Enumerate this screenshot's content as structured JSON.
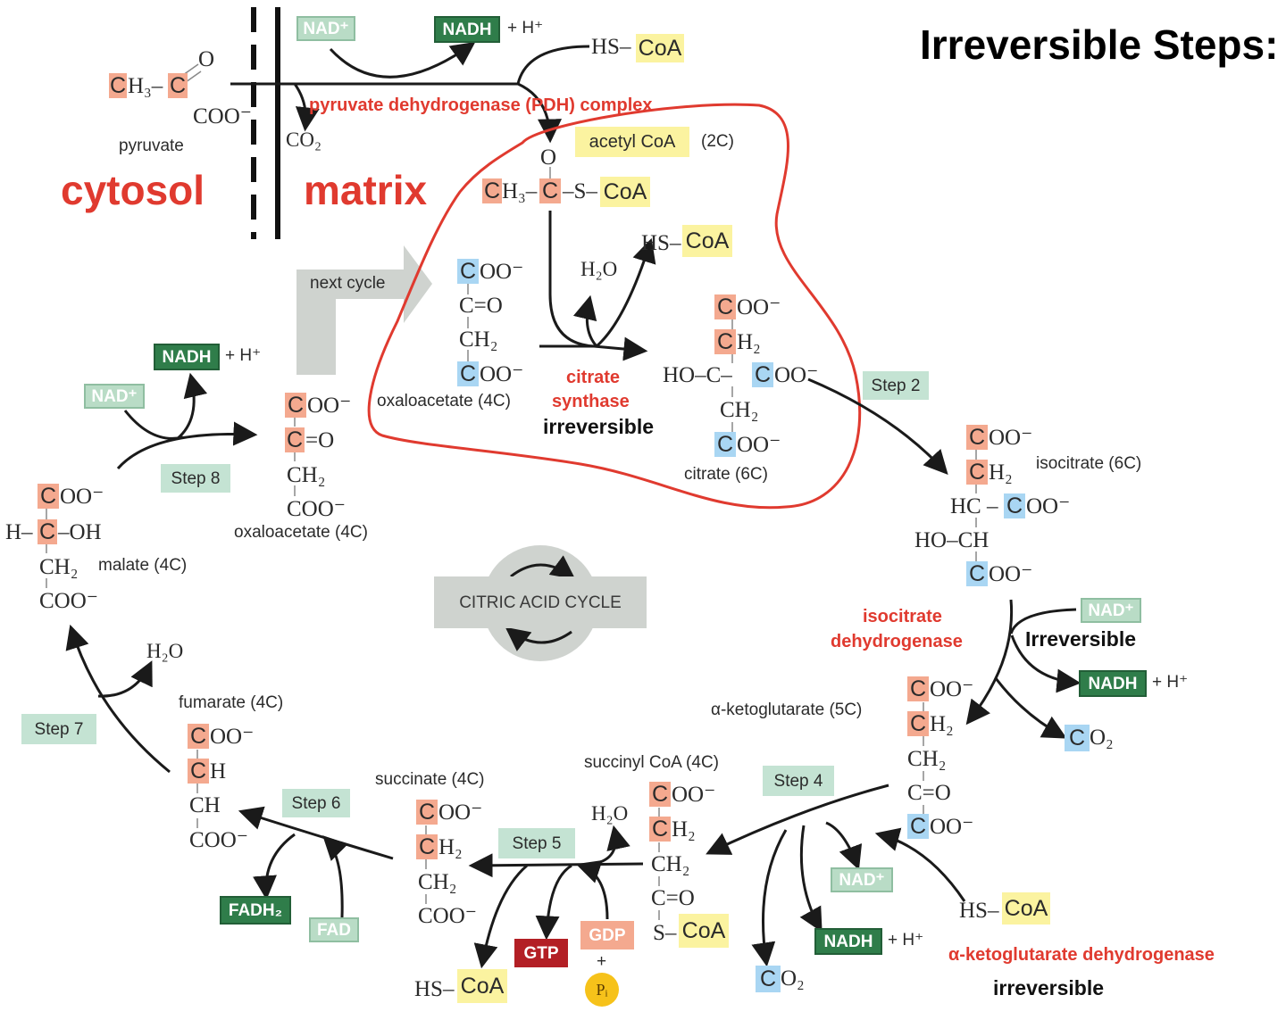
{
  "title": "Irreversible Steps:",
  "compartments": {
    "cytosol": "cytosol",
    "matrix": "matrix"
  },
  "pdh": {
    "nad": "NAD⁺",
    "nadh": "NADH",
    "h": "+ H⁺",
    "hscoa": "HS–",
    "coa": "CoA",
    "co2": "CO₂",
    "enzyme": "pyruvate dehydrogenase (PDH) complex"
  },
  "pyruvate": {
    "ch3": "CH₃–",
    "c": "C",
    "o": "O",
    "coo": "COO⁻",
    "name": "pyruvate"
  },
  "acetyl_coa": {
    "label": "acetyl CoA",
    "carbons": "(2C)",
    "o": "O",
    "ch3": "CH₃",
    "c": "C",
    "s": "–S–",
    "coa": "CoA"
  },
  "oaa_top": {
    "coo1": "COO⁻",
    "co": "C=O",
    "ch2": "CH₂",
    "coo2": "COO⁻",
    "name": "oxaloacetate (4C)"
  },
  "citrate_synthase": {
    "h2o": "H₂O",
    "hs": "HS–",
    "coa": "CoA",
    "enzyme1": "citrate",
    "enzyme2": "synthase",
    "note": "irreversible"
  },
  "citrate": {
    "coo1": "COO⁻",
    "ch2a": "CH₂",
    "ho": "HO–C–",
    "coo_side": "COO⁻",
    "ch2b": "CH₂",
    "coo2": "COO⁻",
    "name": "citrate (6C)"
  },
  "next_cycle": "next cycle",
  "steps": {
    "s2": "Step 2",
    "s4": "Step 4",
    "s5": "Step 5",
    "s6": "Step 6",
    "s7": "Step 7",
    "s8": "Step 8"
  },
  "isocitrate": {
    "coo1": "COO⁻",
    "ch2": "CH₂",
    "hc": "HC – ",
    "coo_side": "COO⁻",
    "hoch": "HO–CH",
    "coo2": "COO⁻",
    "name": "isocitrate (6C)"
  },
  "idh": {
    "enzyme1": "isocitrate",
    "enzyme2": "dehydrogenase",
    "note": "Irreversible",
    "nad": "NAD⁺",
    "nadh": "NADH",
    "h": "+ H⁺",
    "co2": "CO₂"
  },
  "akg": {
    "name": "α-ketoglutarate (5C)",
    "coo1": "COO⁻",
    "ch2a": "CH₂",
    "ch2b": "CH₂",
    "co": "C=O",
    "coo2": "COO⁻"
  },
  "akgdh": {
    "nad": "NAD⁺",
    "nadh": "NADH",
    "h": "+ H⁺",
    "hs": "HS–",
    "coa": "CoA",
    "co2": "CO₂",
    "enzyme": "α-ketoglutarate dehydrogenase",
    "note": "irreversible"
  },
  "succinyl_coa": {
    "name": "succinyl CoA (4C)",
    "coo": "COO⁻",
    "ch2a": "CH₂",
    "ch2b": "CH₂",
    "co": "C=O",
    "s": "S–",
    "coa": "CoA"
  },
  "step5": {
    "h2o": "H₂O",
    "gtp": "GTP",
    "gdp": "GDP",
    "plus": "+",
    "pi": "Pᵢ",
    "hs": "HS–",
    "coa": "CoA"
  },
  "succinate": {
    "name": "succinate (4C)",
    "coo1": "COO⁻",
    "ch2a": "CH₂",
    "ch2b": "CH₂",
    "coo2": "COO⁻"
  },
  "step6": {
    "fadh2": "FADH₂",
    "fad": "FAD"
  },
  "fumarate": {
    "name": "fumarate (4C)",
    "coo1": "COO⁻",
    "ch1": "CH",
    "ch2": "CH",
    "coo2": "COO⁻"
  },
  "step7": {
    "h2o": "H₂O"
  },
  "malate": {
    "coo1": "COO⁻",
    "h": "H–",
    "c": "C",
    "oh": "–OH",
    "ch2": "CH₂",
    "coo2": "COO⁻",
    "name": "malate (4C)"
  },
  "step8": {
    "nad": "NAD⁺",
    "nadh": "NADH",
    "h": "+ H⁺"
  },
  "oaa_bottom": {
    "coo1": "COO⁻",
    "c": "C",
    "eo": "=O",
    "ch2": "CH₂",
    "coo2": "COO⁻",
    "name": "oxaloacetate (4C)"
  },
  "cycle_label": "CITRIC ACID CYCLE",
  "colors": {
    "red": "#e03a2f",
    "dark_green": "#2f7d4a",
    "light_green": "#b9dcc6",
    "yellow": "#fbf3a0",
    "salmon": "#f4a98f",
    "blue": "#a9d6f3"
  }
}
